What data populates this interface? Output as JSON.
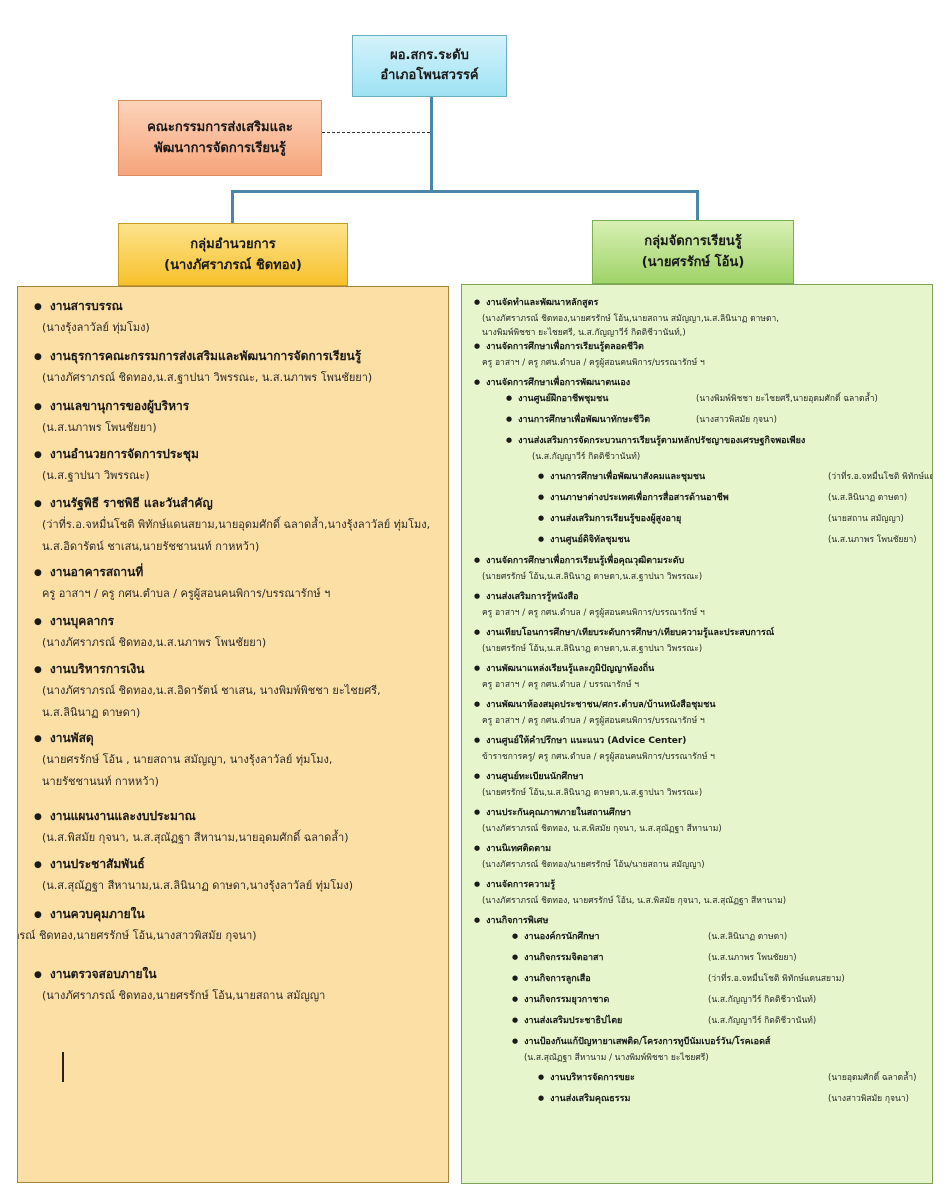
{
  "top": {
    "line1": "ผอ.สกร.ระดับ",
    "line2": "อำเภอโพนสวรรค์"
  },
  "committee": {
    "line1": "คณะกรรมการส่งเสริมและ",
    "line2": "พัฒนาการจัดการเรียนรู้"
  },
  "admin_group": {
    "title": "กลุ่มอำนวยการ",
    "head": "(นางภัศราภรณ์  ชิดทอง)"
  },
  "learning_group": {
    "title": "กลุ่มจัดการเรียนรู้",
    "head": "(นายศรรักษ์  โอ้น)"
  },
  "admin_items": [
    {
      "title": "งานสารบรรณ",
      "lines": [
        "(นางรุ้งลาวัลย์  ทุ่มโมง)"
      ]
    },
    {
      "title": "งานธุรการคณะกรรมการส่งเสริมและพัฒนาการจัดการเรียนรู้",
      "lines": [
        "(นางภัศราภรณ์  ชิดทอง,น.ส.ฐาปนา  วิพรรณะ,   น.ส.นภาพร  โพนชัยยา)"
      ]
    },
    {
      "title": "งานเลขานุการของผู้บริหาร",
      "lines": [
        "(น.ส.นภาพร  โพนชัยยา)"
      ]
    },
    {
      "title": "งานอำนวยการจัดการประชุม",
      "lines": [
        "(น.ส.ฐาปนา  วิพรรณะ)"
      ]
    },
    {
      "title": "งานรัฐพิธี ราชพิธี และวันสำคัญ",
      "lines": [
        "(ว่าที่ร.อ.จหมื่นโชติ พิทักษ์แดนสยาม,นายอุดมศักดิ์  ฉลาดล้ำ,นางรุ้งลาวัลย์  ทุ่มโมง,",
        "น.ส.อิดารัตน์ ชาเสน,นายรัชชานนท์  กาหหว้า)"
      ]
    },
    {
      "title": "งานอาคารสถานที่",
      "lines": [
        "ครู อาสาฯ / ครู กศน.ตำบล / ครูผู้สอนคนพิการ/บรรณารักษ์ ฯ"
      ]
    },
    {
      "title": "งานบุคลากร",
      "lines": [
        "(นางภัศราภรณ์  ชิดทอง,น.ส.นภาพร  โพนชัยยา)"
      ]
    },
    {
      "title": "งานบริหารการเงิน",
      "lines": [
        "(นางภัศราภรณ์  ชิดทอง,น.ส.อิดารัตน์ ชาเสน, นางพิมพ์พิชชา ยะไชยศรี,",
        "น.ส.ลินินาฏ  ดาษดา)"
      ]
    },
    {
      "title": "งานพัสดุ",
      "lines": [
        "(นายศรรักษ์  โอ้น , นายสถาน สมัญญา,  นางรุ้งลาวัลย์  ทุ่มโมง,",
        "นายรัชชานนท์  กาหหว้า)"
      ]
    },
    {
      "title": "งานแผนงานและงบประมาณ",
      "lines": [
        "(น.ส.พิสมัย  กุจนา, น.ส.สุณัฏฐา  สีหานาม,นายอุดมศักดิ์ ฉลาดล้ำ)"
      ]
    },
    {
      "title": "งานประชาสัมพันธ์",
      "lines": [
        "(น.ส.สุณัฏฐา  สีหานาม,น.ส.ลินินาฏ ดาษดา,นางรุ้งลาวัลย์  ทุ่มโมง)"
      ]
    },
    {
      "title": "งานควบคุมภายใน",
      "lines": [
        "ราภรณ์  ชิดทอง,นายศรรักษ์  โอ้น,นางสาวพิสมัย  กุจนา)"
      ]
    },
    {
      "title": "งานตรวจสอบภายใน",
      "lines": [
        "(นางภัศราภรณ์  ชิดทอง,นายศรรักษ์  โอ้น,นายสถาน  สมัญญา"
      ]
    }
  ],
  "learning_items": [
    {
      "kind": "title",
      "level": 0,
      "text": "งานจัดทำและพัฒนาหลักสูตร"
    },
    {
      "kind": "line",
      "level": 0,
      "text": "(นางภัศราภรณ์  ชิดทอง,นายศรรักษ์  โอ้น,นายสถาน  สมัญญา,น.ส.ลินินาฏ  ดาษดา,"
    },
    {
      "kind": "line",
      "level": 0,
      "text": "นางพิมพ์พิชชา  ยะไชยศรี,    น.ส.กัญญาวีร์  กิตติชีวานันท์,)"
    },
    {
      "kind": "title",
      "level": 0,
      "text": "งานจัดการศึกษาเพื่อการเรียนรู้ตลอดชีวิต"
    },
    {
      "kind": "line",
      "level": 0,
      "text": "ครู อาสาฯ / ครู กศน.ตำบล / ครูผู้สอนคนพิการ/บรรณารักษ์ ฯ"
    },
    {
      "kind": "title",
      "level": 0,
      "text": "งานจัดการศึกษาเพื่อการพัฒนาตนเอง"
    },
    {
      "kind": "sub",
      "level": 1,
      "text": "งานศูนย์ฝึกอาชีพชุมชน",
      "who": "(นางพิมพ์พิชชา  ยะไชยศรี,นายอุดมศักดิ์  ฉลาดล้ำ)"
    },
    {
      "kind": "sub",
      "level": 1,
      "text": "งานการศึกษาเพื่อพัฒนาทักษะชีวิต",
      "who": "(นางสาวพิสมัย  กุจนา)"
    },
    {
      "kind": "sub",
      "level": 1,
      "text": "งานส่งเสริมการจัดกระบวนการเรียนรู้ตามหลักปรัชญาของเศรษฐกิจพอเพียง",
      "who": ""
    },
    {
      "kind": "line",
      "level": 1,
      "text": "(น.ส.กัญญาวีร์  กิตติชีวานันท์)"
    },
    {
      "kind": "sub",
      "level": 2,
      "text": "งานการศึกษาเพื่อพัฒนาสังคมและชุมชน",
      "who": "(ว่าที่ร.อ.จหมื่นโชติ พิทักษ์แดนสยาม)"
    },
    {
      "kind": "sub",
      "level": 2,
      "text": "งานภาษาต่างประเทศเพื่อการสื่อสารด้านอาชีพ",
      "who": "(น.ส.ลินินาฏ  ดาษดา)"
    },
    {
      "kind": "sub",
      "level": 2,
      "text": "งานส่งเสริมการเรียนรู้ของผู้สูงอายุ",
      "who": "(นายสถาน  สมัญญา)"
    },
    {
      "kind": "sub",
      "level": 2,
      "text": "งานศูนย์ดิจิทัลชุมชน",
      "who": "(น.ส.นภาพร  โพนชัยยา)"
    },
    {
      "kind": "title",
      "level": 0,
      "text": "งานจัดการศึกษาเพื่อการเรียนรู้เพื่อคุณวุฒิตามระดับ"
    },
    {
      "kind": "line",
      "level": 0,
      "text": "(นายศรรักษ์  โอ้น,น.ส.ลินินาฏ  ดาษดา,น.ส.ฐาปนา  วิพรรณะ)"
    },
    {
      "kind": "title",
      "level": 0,
      "text": "งานส่งเสริมการรู้หนังสือ"
    },
    {
      "kind": "line",
      "level": 0,
      "text": "ครู อาสาฯ / ครู กศน.ตำบล / ครูผู้สอนคนพิการ/บรรณารักษ์ ฯ"
    },
    {
      "kind": "title",
      "level": 0,
      "text": "งานเทียบโอนการศึกษา/เทียบระดับการศึกษา/เทียบความรู้และประสบการณ์"
    },
    {
      "kind": "line",
      "level": 0,
      "text": "(นายศรรักษ์  โอ้น,น.ส.ลินินาฏ  ดาษดา,น.ส.ฐาปนา  วิพรรณะ)"
    },
    {
      "kind": "title",
      "level": 0,
      "text": "งานพัฒนาแหล่งเรียนรู้และภูมิปัญญาท้องถิ่น"
    },
    {
      "kind": "line",
      "level": 0,
      "text": "ครู อาสาฯ / ครู กศน.ตำบล / บรรณารักษ์ ฯ"
    },
    {
      "kind": "title",
      "level": 0,
      "text": "งานพัฒนาห้องสมุดประชาชน/ศกร.ตำบล/บ้านหนังสือชุมชน"
    },
    {
      "kind": "line",
      "level": 0,
      "text": "ครู อาสาฯ / ครู กศน.ตำบล / ครูผู้สอนคนพิการ/บรรณารักษ์ ฯ"
    },
    {
      "kind": "title",
      "level": 0,
      "text": "งานศูนย์ให้คำปรึกษา แนะแนว (Advice Center)"
    },
    {
      "kind": "line",
      "level": 0,
      "text": "ข้าราชการครู/ ครู กศน.ตำบล / ครูผู้สอนคนพิการ/บรรณารักษ์ ฯ"
    },
    {
      "kind": "title",
      "level": 0,
      "text": "งานศูนย์ทะเบียนนักศึกษา"
    },
    {
      "kind": "line",
      "level": 0,
      "text": "(นายศรรักษ์  โอ้น,น.ส.ลินินาฏ  ดาษดา,น.ส.ฐาปนา  วิพรรณะ)"
    },
    {
      "kind": "title",
      "level": 0,
      "text": "งานประกันคุณภาพภายในสถานศึกษา"
    },
    {
      "kind": "line",
      "level": 0,
      "text": "(นางภัศราภรณ์  ชิดทอง,  น.ส.พิสมัย  กุจนา, น.ส.สุณัฏฐา  สีหานาม)"
    },
    {
      "kind": "title",
      "level": 0,
      "text": "งานนิเทศติดตาม"
    },
    {
      "kind": "line",
      "level": 0,
      "text": "(นางภัศราภรณ์  ชิดทอง/นายศรรักษ์  โอ้น/นายสถาน  สมัญญา)"
    },
    {
      "kind": "title",
      "level": 0,
      "text": "งานจัดการความรู้"
    },
    {
      "kind": "line",
      "level": 0,
      "text": "(นางภัศราภรณ์  ชิดทอง, นายศรรักษ์  โอ้น, น.ส.พิสมัย  กุจนา, น.ส.สุณัฏฐา  สีหานาม)"
    },
    {
      "kind": "title",
      "level": 0,
      "text": "งานกิจการพิเศษ"
    },
    {
      "kind": "sub",
      "level": 3,
      "text": "งานองค์กรนักศึกษา",
      "who": "(น.ส.ลินินาฏ  ดาษดา)"
    },
    {
      "kind": "sub",
      "level": 3,
      "text": "งานกิจกรรมจิตอาสา",
      "who": "(น.ส.นภาพร  โพนชัยยา)"
    },
    {
      "kind": "sub",
      "level": 3,
      "text": "งานกิจการลูกเสือ",
      "who": "(ว่าที่ร.อ.จหมื่นโชติ พิทักษ์แดนสยาม)"
    },
    {
      "kind": "sub",
      "level": 3,
      "text": "งานกิจกรรมยุวกาชาด",
      "who": "(น.ส.กัญญาวีร์  กิตติชีวานันท์)"
    },
    {
      "kind": "sub",
      "level": 3,
      "text": "งานส่งเสริมประชาธิปไตย",
      "who": "(น.ส.กัญญาวีร์  กิตติชีวานันท์)"
    },
    {
      "kind": "sub",
      "level": 3,
      "text": "งานป้องกันแก้ปัญหายาเสพติด/โครงการทูบีนัมเบอร์วัน/โรคเอดส์",
      "who": ""
    },
    {
      "kind": "line",
      "level": 3,
      "text": "(น.ส.สุณัฏฐา  สีหานาม / นางพิมพ์พิชชา  ยะไชยศรี)"
    },
    {
      "kind": "sub",
      "level": 2,
      "text": "งานบริหารจัดการขยะ",
      "who": "(นายอุดมศักดิ์  ฉลาดล้ำ)"
    },
    {
      "kind": "sub",
      "level": 2,
      "text": "งานส่งเสริมคุณธรรม",
      "who": "(นางสาวพิสมัย  กุจนา)"
    }
  ]
}
